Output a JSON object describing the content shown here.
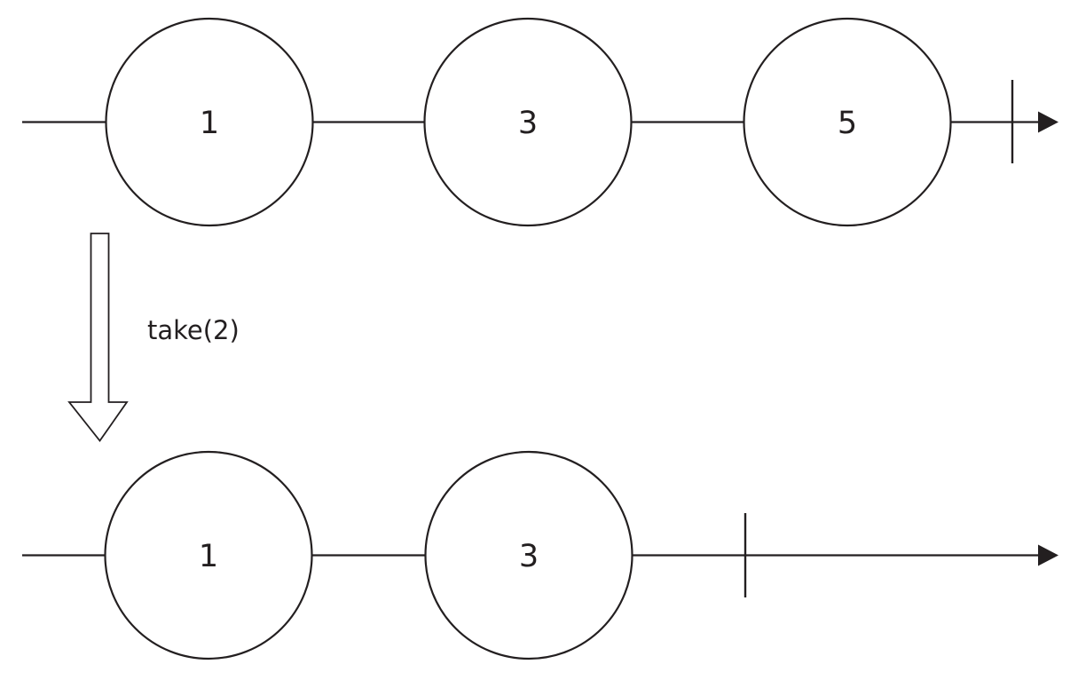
{
  "diagram": {
    "kind": "marble-diagram",
    "operator_label": "take(2)",
    "source_stream": {
      "marbles": [
        "1",
        "3",
        "5"
      ],
      "completed": true
    },
    "result_stream": {
      "marbles": [
        "1",
        "3"
      ],
      "completed": true
    },
    "icons": {
      "completion_tick": "vertical-bar",
      "stream_arrowhead": "filled-right-triangle",
      "operator_arrow": "hollow-down-arrow"
    },
    "colors": {
      "ink": "#231f20",
      "background": "#ffffff"
    }
  }
}
